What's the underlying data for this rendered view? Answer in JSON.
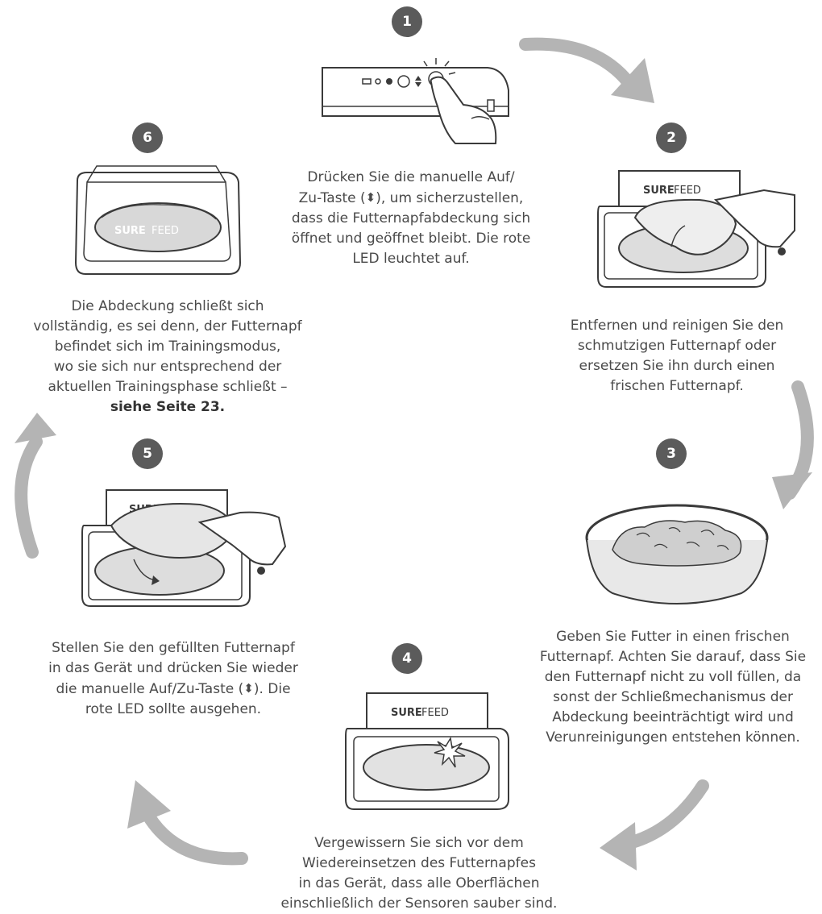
{
  "colors": {
    "badge": "#5b5b5b",
    "arrow": "#b4b4b4",
    "text": "#4a4a4a",
    "ink": "#3a3a3a"
  },
  "brand": {
    "sure": "SURE",
    "feed": "FEED"
  },
  "steps": [
    {
      "number": "1",
      "caption_a": "Drücken Sie die manuelle Auf/",
      "caption_b_pre": "Zu-Taste (",
      "caption_b_icon": "up-down-arrow-icon",
      "caption_b_post": "), um sicherzustellen,",
      "caption_c": "dass die Futternapfabdeckung sich",
      "caption_d": "öffnet und geöffnet bleibt. Die rote",
      "caption_e": "LED leuchtet auf."
    },
    {
      "number": "2",
      "caption_a": "Entfernen und reinigen Sie den",
      "caption_b": "schmutzigen Futternapf oder",
      "caption_c": "ersetzen Sie ihn durch einen",
      "caption_d": "frischen Futternapf."
    },
    {
      "number": "3",
      "caption_a": "Geben Sie Futter in einen frischen",
      "caption_b": "Futternapf. Achten Sie darauf, dass Sie",
      "caption_c": "den Futternapf nicht zu voll füllen, da",
      "caption_d": "sonst der Schließmechanismus der",
      "caption_e": "Abdeckung beeinträchtigt wird und",
      "caption_f": "Verunreinigungen entstehen können."
    },
    {
      "number": "4",
      "caption_a": "Vergewissern Sie sich vor dem",
      "caption_b": "Wiedereinsetzen des Futternapfes",
      "caption_c": "in das Gerät, dass alle Oberflächen",
      "caption_d": "einschließlich der Sensoren sauber sind."
    },
    {
      "number": "5",
      "caption_a": "Stellen Sie den gefüllten Futternapf",
      "caption_b": "in das Gerät und drücken Sie wieder",
      "caption_c_pre": "die manuelle Auf/Zu-Taste (",
      "caption_c_icon": "up-down-arrow-icon",
      "caption_c_post": "). Die",
      "caption_d": "rote LED sollte ausgehen."
    },
    {
      "number": "6",
      "caption_a": "Die Abdeckung schließt sich",
      "caption_b": "vollständig, es sei denn, der Futternapf",
      "caption_c": "befindet sich im Trainingsmodus,",
      "caption_d": "wo sie sich nur entsprechend der",
      "caption_e": "aktuellen Trainingsphase schließt –",
      "caption_f": "siehe Seite 23."
    }
  ]
}
